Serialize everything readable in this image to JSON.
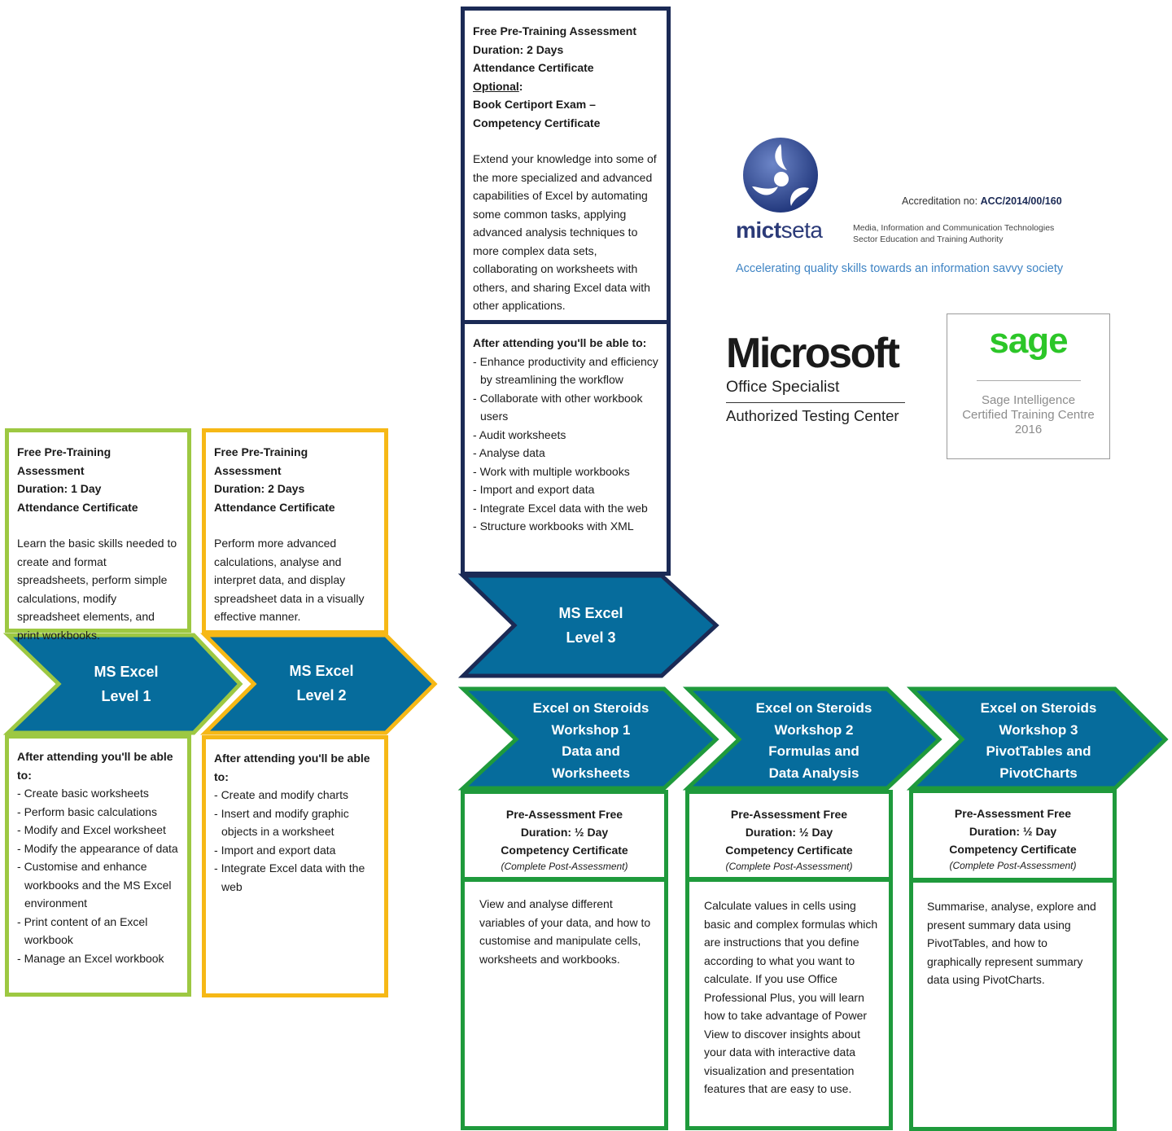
{
  "level1": {
    "header": [
      "Free Pre-Training Assessment",
      "Duration: 1 Day",
      "Attendance Certificate"
    ],
    "description": "Learn the basic skills needed to create and format spreadsheets, perform simple calculations, modify spreadsheet elements, and print workbooks.",
    "arrow": [
      "MS Excel",
      "Level 1"
    ],
    "outcomes_title": "After attending you'll be able to:",
    "outcomes": [
      "Create basic worksheets",
      "Perform basic calculations",
      "Modify and Excel worksheet",
      "Modify the appearance of data",
      "Customise and enhance workbooks and the MS Excel environment",
      "Print content of an Excel workbook",
      "Manage an Excel workbook"
    ]
  },
  "level2": {
    "header": [
      "Free Pre-Training Assessment",
      "Duration: 2 Days",
      "Attendance Certificate"
    ],
    "description": "Perform more advanced calculations, analyse and interpret data, and display spreadsheet data in a visually effective manner.",
    "arrow": [
      "MS Excel",
      "Level 2"
    ],
    "outcomes_title": "After attending you'll be able to:",
    "outcomes": [
      "Create and modify charts",
      "Insert and modify graphic objects in a worksheet",
      "Import and export data",
      "Integrate Excel data with the web"
    ]
  },
  "level3": {
    "header": [
      "Free Pre-Training Assessment",
      "Duration: 2 Days",
      "Attendance Certificate"
    ],
    "optional_label": "Optional",
    "optional_colon": ":",
    "optional_items": [
      "Book Certiport Exam –",
      "Competency Certificate"
    ],
    "description": "Extend your knowledge into some of the more specialized and advanced capabilities of Excel by automating some common tasks, applying advanced analysis techniques to more complex data sets, collaborating on worksheets with others, and sharing Excel data with other applications.",
    "outcomes_title": "After attending you'll be able to:",
    "outcomes": [
      "Enhance productivity and efficiency by streamlining the workflow",
      "Collaborate with other workbook users",
      "Audit worksheets",
      "Analyse data",
      "Work with multiple workbooks",
      "Import and export data",
      "Integrate Excel data with the web",
      "Structure workbooks with XML"
    ],
    "arrow": [
      "MS Excel",
      "Level 3"
    ]
  },
  "workshops": [
    {
      "arrow": [
        "Excel on Steroids",
        "Workshop 1",
        "Data and",
        "Worksheets"
      ],
      "header": [
        "Pre-Assessment Free",
        "Duration: ½ Day",
        "Competency Certificate"
      ],
      "note": "(Complete Post-Assessment)",
      "description": "View and analyse different variables of your data, and how to customise and manipulate cells, worksheets and workbooks."
    },
    {
      "arrow": [
        "Excel on Steroids",
        "Workshop 2",
        "Formulas and",
        "Data Analysis"
      ],
      "header": [
        "Pre-Assessment Free",
        "Duration: ½ Day",
        "Competency Certificate"
      ],
      "note": "(Complete Post-Assessment)",
      "description": "Calculate values in cells using basic and complex formulas which are instructions that you define according to what you want to calculate. If you use Office Professional Plus, you will learn how to take advantage of Power View to discover insights about your data with interactive data visualization and presentation features that are easy to use."
    },
    {
      "arrow": [
        "Excel on Steroids",
        "Workshop 3",
        "PivotTables and",
        "PivotCharts"
      ],
      "header": [
        "Pre-Assessment Free",
        "Duration: ½ Day",
        "Competency Certificate"
      ],
      "note": "(Complete Post-Assessment)",
      "description": "Summarise, analyse, explore and present summary data using PivotTables, and how to graphically represent summary data using PivotCharts."
    }
  ],
  "mictseta": {
    "word_bold": "mict",
    "word_light": "seta",
    "accreditation_label": "Accreditation no:",
    "accreditation_no": "ACC/2014/00/160",
    "subtitle": [
      "Media, Information and Communication Technologies",
      "Sector Education and Training Authority"
    ],
    "tagline": "Accelerating quality skills towards an information savvy society"
  },
  "microsoft": {
    "word": "Microsoft",
    "line1": "Office Specialist",
    "line2": "Authorized Testing Center"
  },
  "sage": {
    "word": "sage",
    "lines": [
      "Sage Intelligence",
      "Certified Training Centre",
      "2016"
    ]
  },
  "colors": {
    "arrow_fill": "#066c9c",
    "level1_border": "#9dc842",
    "level2_border": "#f6b816",
    "level3_border": "#1b2a55",
    "workshop_border": "#1f9a3c",
    "mict_blue": "#2b3a78",
    "sage_green": "#2cc628"
  }
}
